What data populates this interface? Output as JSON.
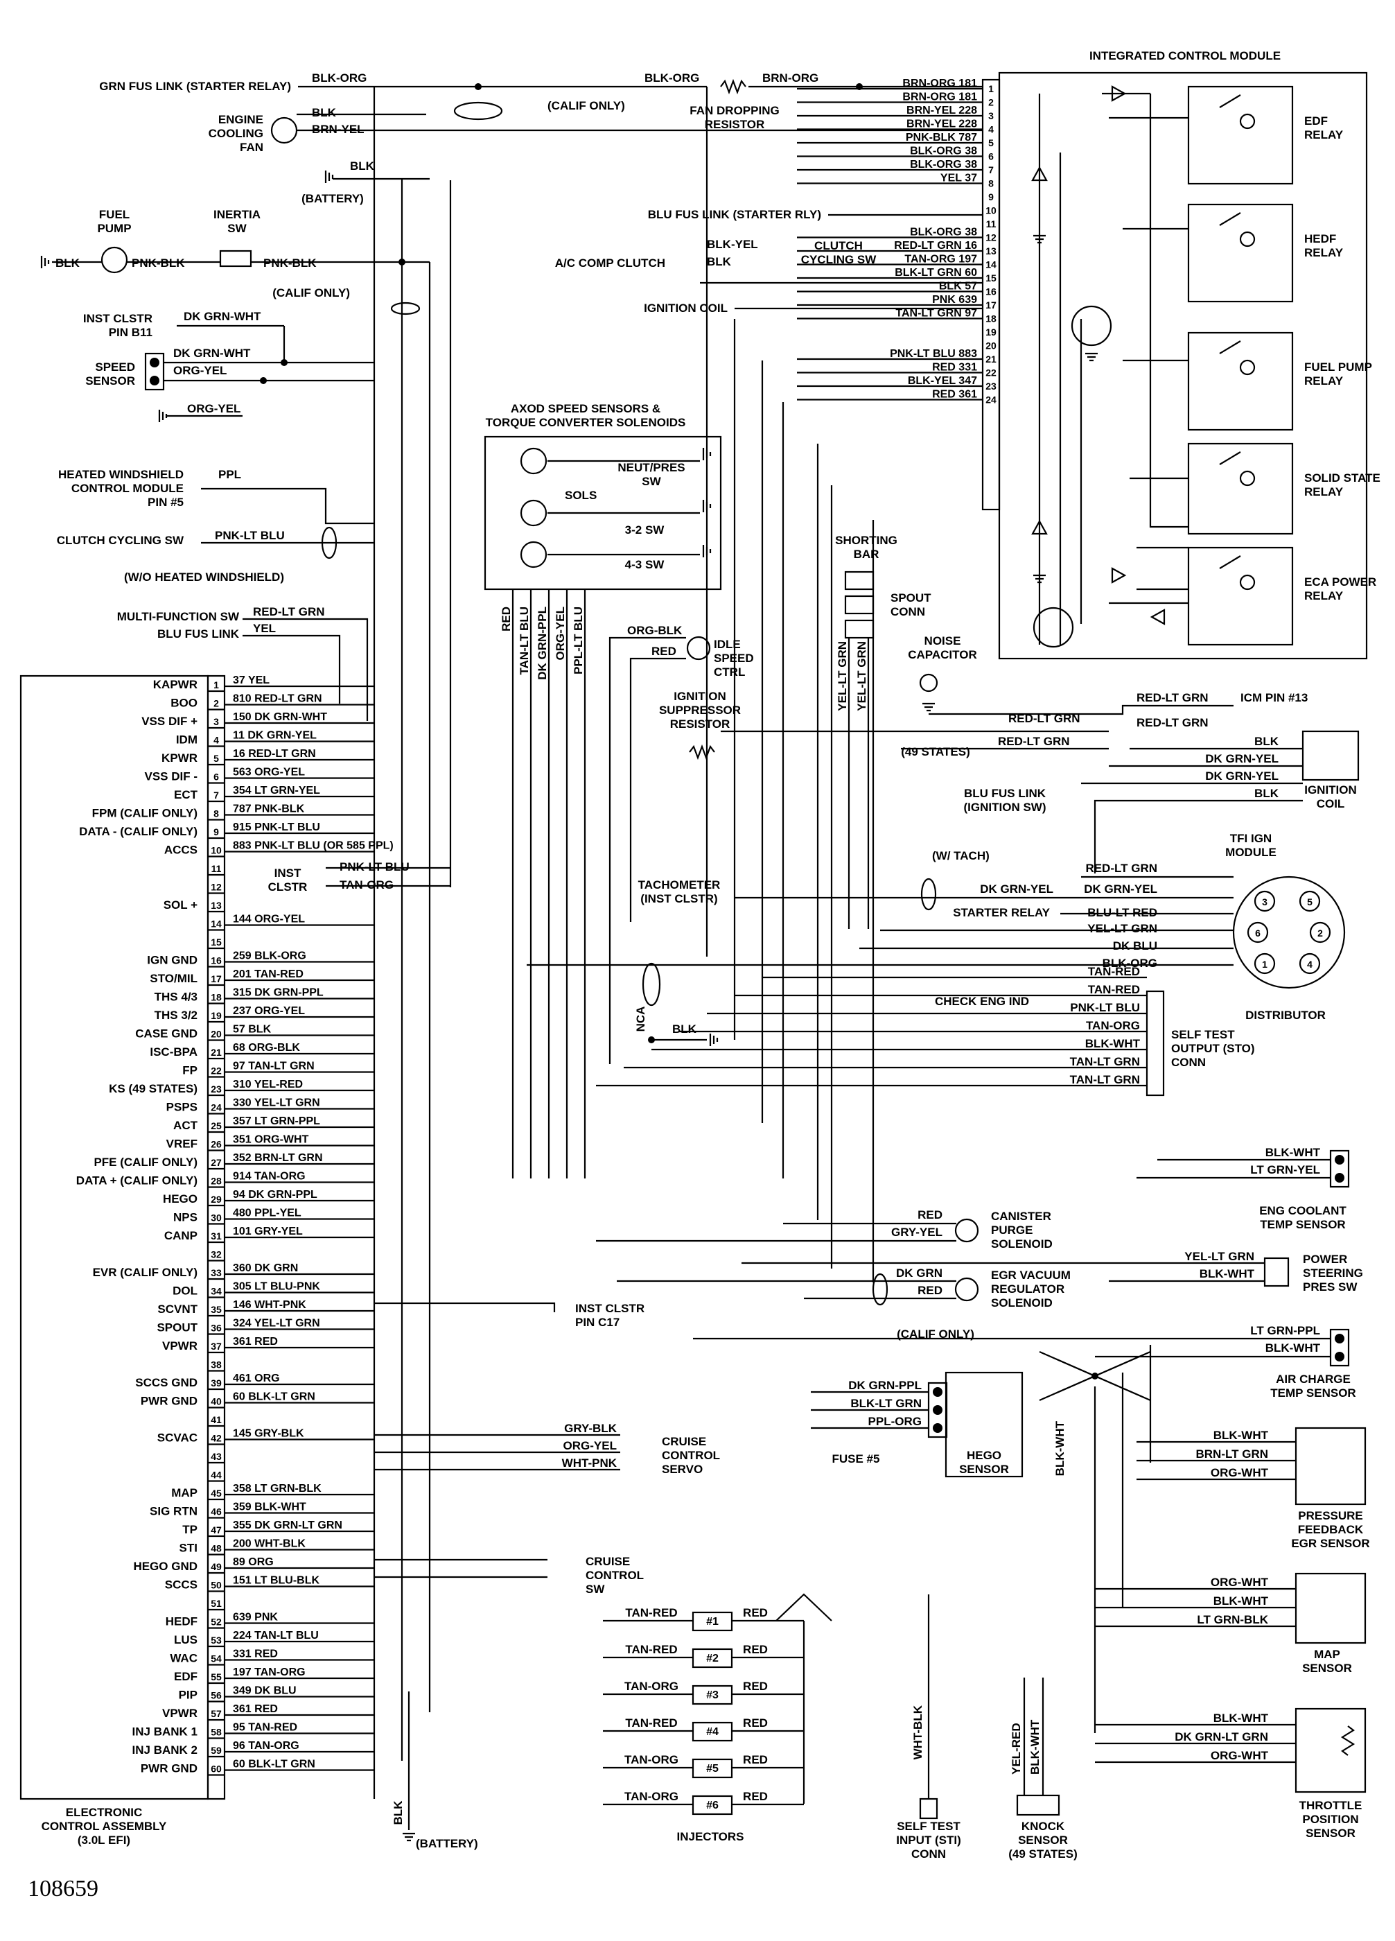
{
  "figure_id": "108659",
  "ecu": {
    "title": [
      "ELECTRONIC",
      "CONTROL ASSEMBLY",
      "(3.0L EFI)"
    ],
    "pins": [
      {
        "n": "1",
        "name": "KAPWR",
        "wire": "37 YEL"
      },
      {
        "n": "2",
        "name": "BOO",
        "wire": "810 RED-LT GRN"
      },
      {
        "n": "3",
        "name": "VSS DIF +",
        "wire": "150 DK GRN-WHT"
      },
      {
        "n": "4",
        "name": "IDM",
        "wire": "11 DK GRN-YEL"
      },
      {
        "n": "5",
        "name": "KPWR",
        "wire": "16 RED-LT GRN"
      },
      {
        "n": "6",
        "name": "VSS DIF -",
        "wire": "563 ORG-YEL"
      },
      {
        "n": "7",
        "name": "ECT",
        "wire": "354 LT GRN-YEL"
      },
      {
        "n": "8",
        "name": "FPM (CALIF ONLY)",
        "wire": "787 PNK-BLK"
      },
      {
        "n": "9",
        "name": "DATA - (CALIF ONLY)",
        "wire": "915 PNK-LT BLU"
      },
      {
        "n": "10",
        "name": "ACCS",
        "wire": "883 PNK-LT BLU (OR 585 PPL)"
      },
      {
        "n": "11",
        "name": "",
        "wire": ""
      },
      {
        "n": "12",
        "name": "",
        "wire": ""
      },
      {
        "n": "13",
        "name": "SOL +",
        "wire": ""
      },
      {
        "n": "14",
        "name": "",
        "wire": "144 ORG-YEL"
      },
      {
        "n": "15",
        "name": "",
        "wire": ""
      },
      {
        "n": "16",
        "name": "IGN GND",
        "wire": "259 BLK-ORG"
      },
      {
        "n": "17",
        "name": "STO/MIL",
        "wire": "201 TAN-RED"
      },
      {
        "n": "18",
        "name": "THS 4/3",
        "wire": "315 DK GRN-PPL"
      },
      {
        "n": "19",
        "name": "THS 3/2",
        "wire": "237 ORG-YEL"
      },
      {
        "n": "20",
        "name": "CASE GND",
        "wire": "57 BLK"
      },
      {
        "n": "21",
        "name": "ISC-BPA",
        "wire": "68 ORG-BLK"
      },
      {
        "n": "22",
        "name": "FP",
        "wire": "97 TAN-LT GRN"
      },
      {
        "n": "23",
        "name": "KS (49 STATES)",
        "wire": "310 YEL-RED"
      },
      {
        "n": "24",
        "name": "PSPS",
        "wire": "330 YEL-LT GRN"
      },
      {
        "n": "25",
        "name": "ACT",
        "wire": "357 LT GRN-PPL"
      },
      {
        "n": "26",
        "name": "VREF",
        "wire": "351 ORG-WHT"
      },
      {
        "n": "27",
        "name": "PFE (CALIF ONLY)",
        "wire": "352 BRN-LT GRN"
      },
      {
        "n": "28",
        "name": "DATA + (CALIF ONLY)",
        "wire": "914 TAN-ORG"
      },
      {
        "n": "29",
        "name": "HEGO",
        "wire": "94 DK GRN-PPL"
      },
      {
        "n": "30",
        "name": "NPS",
        "wire": "480 PPL-YEL"
      },
      {
        "n": "31",
        "name": "CANP",
        "wire": "101 GRY-YEL"
      },
      {
        "n": "32",
        "name": "",
        "wire": ""
      },
      {
        "n": "33",
        "name": "EVR (CALIF ONLY)",
        "wire": "360 DK GRN"
      },
      {
        "n": "34",
        "name": "DOL",
        "wire": "305 LT BLU-PNK"
      },
      {
        "n": "35",
        "name": "SCVNT",
        "wire": "146 WHT-PNK"
      },
      {
        "n": "36",
        "name": "SPOUT",
        "wire": "324 YEL-LT GRN"
      },
      {
        "n": "37",
        "name": "VPWR",
        "wire": "361 RED"
      },
      {
        "n": "38",
        "name": "",
        "wire": ""
      },
      {
        "n": "39",
        "name": "SCCS GND",
        "wire": "461 ORG"
      },
      {
        "n": "40",
        "name": "PWR GND",
        "wire": "60 BLK-LT GRN"
      },
      {
        "n": "41",
        "name": "",
        "wire": ""
      },
      {
        "n": "42",
        "name": "SCVAC",
        "wire": "145 GRY-BLK"
      },
      {
        "n": "43",
        "name": "",
        "wire": ""
      },
      {
        "n": "44",
        "name": "",
        "wire": ""
      },
      {
        "n": "45",
        "name": "MAP",
        "wire": "358 LT GRN-BLK"
      },
      {
        "n": "46",
        "name": "SIG RTN",
        "wire": "359 BLK-WHT"
      },
      {
        "n": "47",
        "name": "TP",
        "wire": "355 DK GRN-LT GRN"
      },
      {
        "n": "48",
        "name": "STI",
        "wire": "200 WHT-BLK"
      },
      {
        "n": "49",
        "name": "HEGO GND",
        "wire": "89 ORG"
      },
      {
        "n": "50",
        "name": "SCCS",
        "wire": "151 LT BLU-BLK"
      },
      {
        "n": "51",
        "name": "",
        "wire": ""
      },
      {
        "n": "52",
        "name": "HEDF",
        "wire": "639 PNK"
      },
      {
        "n": "53",
        "name": "LUS",
        "wire": "224 TAN-LT BLU"
      },
      {
        "n": "54",
        "name": "WAC",
        "wire": "331 RED"
      },
      {
        "n": "55",
        "name": "EDF",
        "wire": "197 TAN-ORG"
      },
      {
        "n": "56",
        "name": "PIP",
        "wire": "349 DK BLU"
      },
      {
        "n": "57",
        "name": "VPWR",
        "wire": "361 RED"
      },
      {
        "n": "58",
        "name": "INJ BANK 1",
        "wire": "95 TAN-RED"
      },
      {
        "n": "59",
        "name": "INJ BANK 2",
        "wire": "96 TAN-ORG"
      },
      {
        "n": "60",
        "name": "PWR GND",
        "wire": "60 BLK-LT GRN"
      }
    ]
  },
  "icm": {
    "title": "INTEGRATED CONTROL MODULE",
    "pins": [
      {
        "n": "1",
        "wire": "BRN-ORG 181"
      },
      {
        "n": "2",
        "wire": "BRN-ORG 181"
      },
      {
        "n": "3",
        "wire": "BRN-YEL 228"
      },
      {
        "n": "4",
        "wire": "BRN-YEL 228"
      },
      {
        "n": "5",
        "wire": "PNK-BLK 787"
      },
      {
        "n": "6",
        "wire": "BLK-ORG 38"
      },
      {
        "n": "7",
        "wire": "BLK-ORG 38"
      },
      {
        "n": "8",
        "wire": "YEL 37"
      },
      {
        "n": "9",
        "wire": ""
      },
      {
        "n": "10",
        "wire": ""
      },
      {
        "n": "11",
        "wire": ""
      },
      {
        "n": "12",
        "wire": "BLK-ORG 38"
      },
      {
        "n": "13",
        "wire": "RED-LT GRN 16"
      },
      {
        "n": "14",
        "wire": "TAN-ORG 197"
      },
      {
        "n": "15",
        "wire": "BLK-LT GRN 60"
      },
      {
        "n": "16",
        "wire": "BLK 57"
      },
      {
        "n": "17",
        "wire": "PNK 639"
      },
      {
        "n": "18",
        "wire": "TAN-LT GRN 97"
      },
      {
        "n": "19",
        "wire": ""
      },
      {
        "n": "20",
        "wire": ""
      },
      {
        "n": "21",
        "wire": "PNK-LT BLU 883"
      },
      {
        "n": "22",
        "wire": "RED 331"
      },
      {
        "n": "23",
        "wire": "BLK-YEL 347"
      },
      {
        "n": "24",
        "wire": "RED 361"
      }
    ],
    "relays": [
      "EDF RELAY",
      "HEDF RELAY",
      "FUEL PUMP RELAY",
      "SOLID STATE RELAY",
      "ECA POWER RELAY"
    ]
  },
  "top_left": {
    "grn_fus_link": "GRN FUS LINK (STARTER RELAY)",
    "blk_org_1": "BLK-ORG",
    "blk_org_2": "BLK-ORG",
    "brn_org": "BRN-ORG",
    "fan_resistor": [
      "FAN DROPPING",
      "RESISTOR"
    ],
    "calif_only_1": "(CALIF ONLY)",
    "engine_fan": [
      "ENGINE",
      "COOLING",
      "FAN"
    ],
    "fan_blk": "BLK",
    "fan_brn_yel": "BRN-YEL",
    "battery_blk": "BLK",
    "battery": "(BATTERY)",
    "blu_fus_link": "BLU FUS LINK (STARTER RLY)",
    "fuel_pump": [
      "FUEL",
      "PUMP"
    ],
    "inertia": [
      "INERTIA",
      "SW"
    ],
    "fp_blk": "BLK",
    "fp_pnk_blk_1": "PNK-BLK",
    "fp_pnk_blk_2": "PNK-BLK",
    "ac_clutch": "A/C COMP CLUTCH",
    "ac_blk_yel": "BLK-YEL",
    "ac_blk": "BLK",
    "clutch_cycling": [
      "CLUTCH",
      "CYCLING SW"
    ],
    "calif_only_2": "(CALIF ONLY)",
    "ignition_coil": "IGNITION COIL",
    "inst_clstr": [
      "INST CLSTR",
      "PIN B11"
    ],
    "dk_grn_wht_1": "DK GRN-WHT",
    "dk_grn_wht_2": "DK GRN-WHT",
    "org_yel_1": "ORG-YEL",
    "org_yel_2": "ORG-YEL",
    "speed_sensor": [
      "SPEED",
      "SENSOR"
    ],
    "axod": [
      "AXOD SPEED SENSORS &",
      "TORQUE CONVERTER SOLENOIDS"
    ],
    "neut_pres": [
      "NEUT/PRES",
      "SW"
    ],
    "sols": "SOLS",
    "sw_32": "3-2 SW",
    "sw_43": "4-3 SW",
    "heated_ws": [
      "HEATED WINDSHIELD",
      "CONTROL MODULE",
      "PIN #5"
    ],
    "hw_ppl": "PPL",
    "clutch_sw": "CLUTCH CYCLING SW",
    "pnk_lt_blu": "PNK-LT BLU",
    "wo_heated": "(W/O HEATED WINDSHIELD)",
    "multi_function": "MULTI-FUNCTION SW",
    "mf_red_lt_grn": "RED-LT GRN",
    "blu_fus_link2": "BLU FUS LINK",
    "mf_yel": "YEL",
    "axod_wires": [
      "RED",
      "TAN-LT BLU",
      "DK GRN-PPL",
      "ORG-YEL",
      "PPL-LT BLU"
    ],
    "shorting_bar": [
      "SHORTING",
      "BAR"
    ],
    "spout_conn": [
      "SPOUT",
      "CONN"
    ],
    "noise_cap": [
      "NOISE",
      "CAPACITOR"
    ],
    "idle_speed": [
      "IDLE",
      "SPEED",
      "CTRL"
    ],
    "idle_org_blk": "ORG-BLK",
    "idle_red": "RED",
    "spout_wires": [
      "YEL-LT GRN",
      "YEL-LT GRN"
    ]
  },
  "right_side": {
    "icm_pin13": "ICM PIN #13",
    "red_lt_grn_a": "RED-LT GRN",
    "red_lt_grn_b": "RED-LT GRN",
    "red_lt_grn_c": "RED-LT GRN",
    "red_lt_grn_d": "RED-LT GRN",
    "ign_suppressor": [
      "IGNITION",
      "SUPPRESSOR",
      "RESISTOR"
    ],
    "states_49": "(49 STATES)",
    "blu_fus_ign": [
      "BLU FUS LINK",
      "(IGNITION SW)"
    ],
    "coil_blk": "BLK",
    "coil_dk_grn_yel_1": "DK GRN-YEL",
    "coil_dk_grn_yel_2": "DK GRN-YEL",
    "coil_blk_2": "BLK",
    "ignition_coil": [
      "IGNITION",
      "COIL"
    ],
    "tfi": [
      "TFI IGN",
      "MODULE"
    ],
    "w_tach": "(W/ TACH)",
    "tfi_red_lt_grn": "RED-LT GRN",
    "tach_dk_grn_yel": "DK GRN-YEL",
    "tfi_dk_grn_yel": "DK GRN-YEL",
    "starter_relay": "STARTER RELAY",
    "tfi_blu_lt_red": "BLU-LT RED",
    "tfi_yel_lt_grn": "YEL-LT GRN",
    "tfi_dk_blu": "DK BLU",
    "tfi_blk_org": "BLK-ORG",
    "tachometer": [
      "TACHOMETER",
      "(INST CLSTR)"
    ],
    "distributor": "DISTRIBUTOR",
    "dist_pins": [
      "3",
      "5",
      "6",
      "2",
      "1",
      "4"
    ],
    "nca": "NCA",
    "nca_blk": "BLK",
    "check_eng": "CHECK ENG IND",
    "sto_wires": [
      "TAN-RED",
      "TAN-RED",
      "PNK-LT BLU",
      "TAN-ORG",
      "BLK-WHT",
      "TAN-LT GRN",
      "TAN-LT GRN"
    ],
    "sto_conn": [
      "SELF TEST",
      "OUTPUT (STO)",
      "CONN"
    ],
    "ect_blk_wht": "BLK-WHT",
    "ect_lt_grn_yel": "LT GRN-YEL",
    "ect_sensor": [
      "ENG COOLANT",
      "TEMP SENSOR"
    ],
    "canister": [
      "CANISTER",
      "PURGE",
      "SOLENOID"
    ],
    "can_red": "RED",
    "can_gry_yel": "GRY-YEL",
    "egr_vac": [
      "EGR VACUUM",
      "REGULATOR",
      "SOLENOID"
    ],
    "egr_dk_grn": "DK GRN",
    "egr_red": "RED",
    "calif_only_3": "(CALIF ONLY)",
    "ps_yel_lt_grn": "YEL-LT GRN",
    "ps_blk_wht": "BLK-WHT",
    "ps_sw": [
      "POWER",
      "STEERING",
      "PRES SW"
    ],
    "act_lt_grn_ppl": "LT GRN-PPL",
    "act_blk_wht": "BLK-WHT",
    "act_sensor": [
      "AIR CHARGE",
      "TEMP SENSOR"
    ],
    "inst_clstr_c17": [
      "INST CLSTR",
      "PIN C17"
    ],
    "hego_wires": [
      "DK GRN-PPL",
      "BLK-LT GRN",
      "PPL-ORG"
    ],
    "fuse5": "FUSE #5",
    "hego_sensor": [
      "HEGO",
      "SENSOR"
    ],
    "blk_wht_v": "BLK-WHT",
    "pfe_wires": [
      "BLK-WHT",
      "BRN-LT GRN",
      "ORG-WHT"
    ],
    "pfe_sensor": [
      "PRESSURE",
      "FEEDBACK",
      "EGR SENSOR"
    ],
    "map_wires": [
      "ORG-WHT",
      "BLK-WHT",
      "LT GRN-BLK"
    ],
    "map_sensor": [
      "MAP",
      "SENSOR"
    ],
    "tps_wires": [
      "BLK-WHT",
      "DK GRN-LT GRN",
      "ORG-WHT"
    ],
    "tps_sensor": [
      "THROTTLE",
      "POSITION",
      "SENSOR"
    ],
    "cruise_servo_wires": [
      "GRY-BLK",
      "ORG-YEL",
      "WHT-PNK"
    ],
    "cruise_servo": [
      "CRUISE",
      "CONTROL",
      "SERVO"
    ],
    "cruise_sw": [
      "CRUISE",
      "CONTROL",
      "SW"
    ],
    "inst_clstr_mid": [
      "INST",
      "CLSTR"
    ],
    "inst_pnk_lt_blu": "PNK-LT BLU",
    "inst_tan_org": "TAN-ORG",
    "injectors_title": "INJECTORS",
    "injectors": [
      {
        "label": "#1",
        "left": "TAN-RED",
        "right": "RED"
      },
      {
        "label": "#2",
        "left": "TAN-RED",
        "right": "RED"
      },
      {
        "label": "#3",
        "left": "TAN-ORG",
        "right": "RED"
      },
      {
        "label": "#4",
        "left": "TAN-RED",
        "right": "RED"
      },
      {
        "label": "#5",
        "left": "TAN-ORG",
        "right": "RED"
      },
      {
        "label": "#6",
        "left": "TAN-ORG",
        "right": "RED"
      }
    ],
    "sti_wht_blk": "WHT-BLK",
    "sti_conn": [
      "SELF TEST",
      "INPUT (STI)",
      "CONN"
    ],
    "knock_wires": [
      "YEL-RED",
      "BLK-WHT"
    ],
    "knock": [
      "KNOCK",
      "SENSOR",
      "(49 STATES)"
    ],
    "bottom_blk": "BLK",
    "bottom_battery": "(BATTERY)"
  }
}
